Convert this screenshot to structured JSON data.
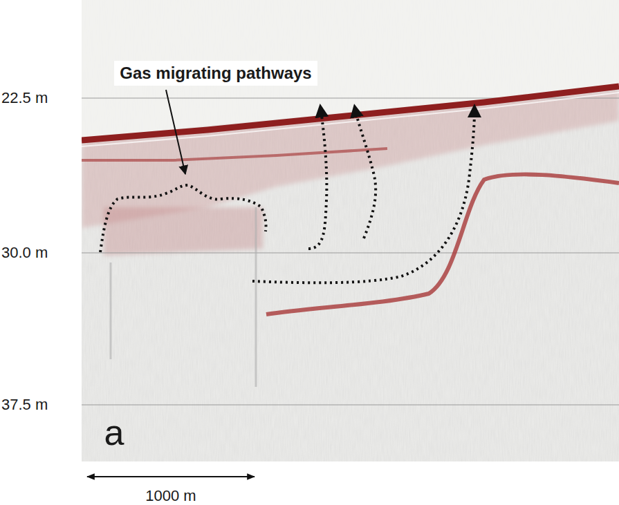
{
  "diagram": {
    "labels": [
      "Gas migrating pathways",
      "22.5 m",
      "30.0 m",
      "37.5 m",
      "a",
      "1000 m"
    ]
  }
}
